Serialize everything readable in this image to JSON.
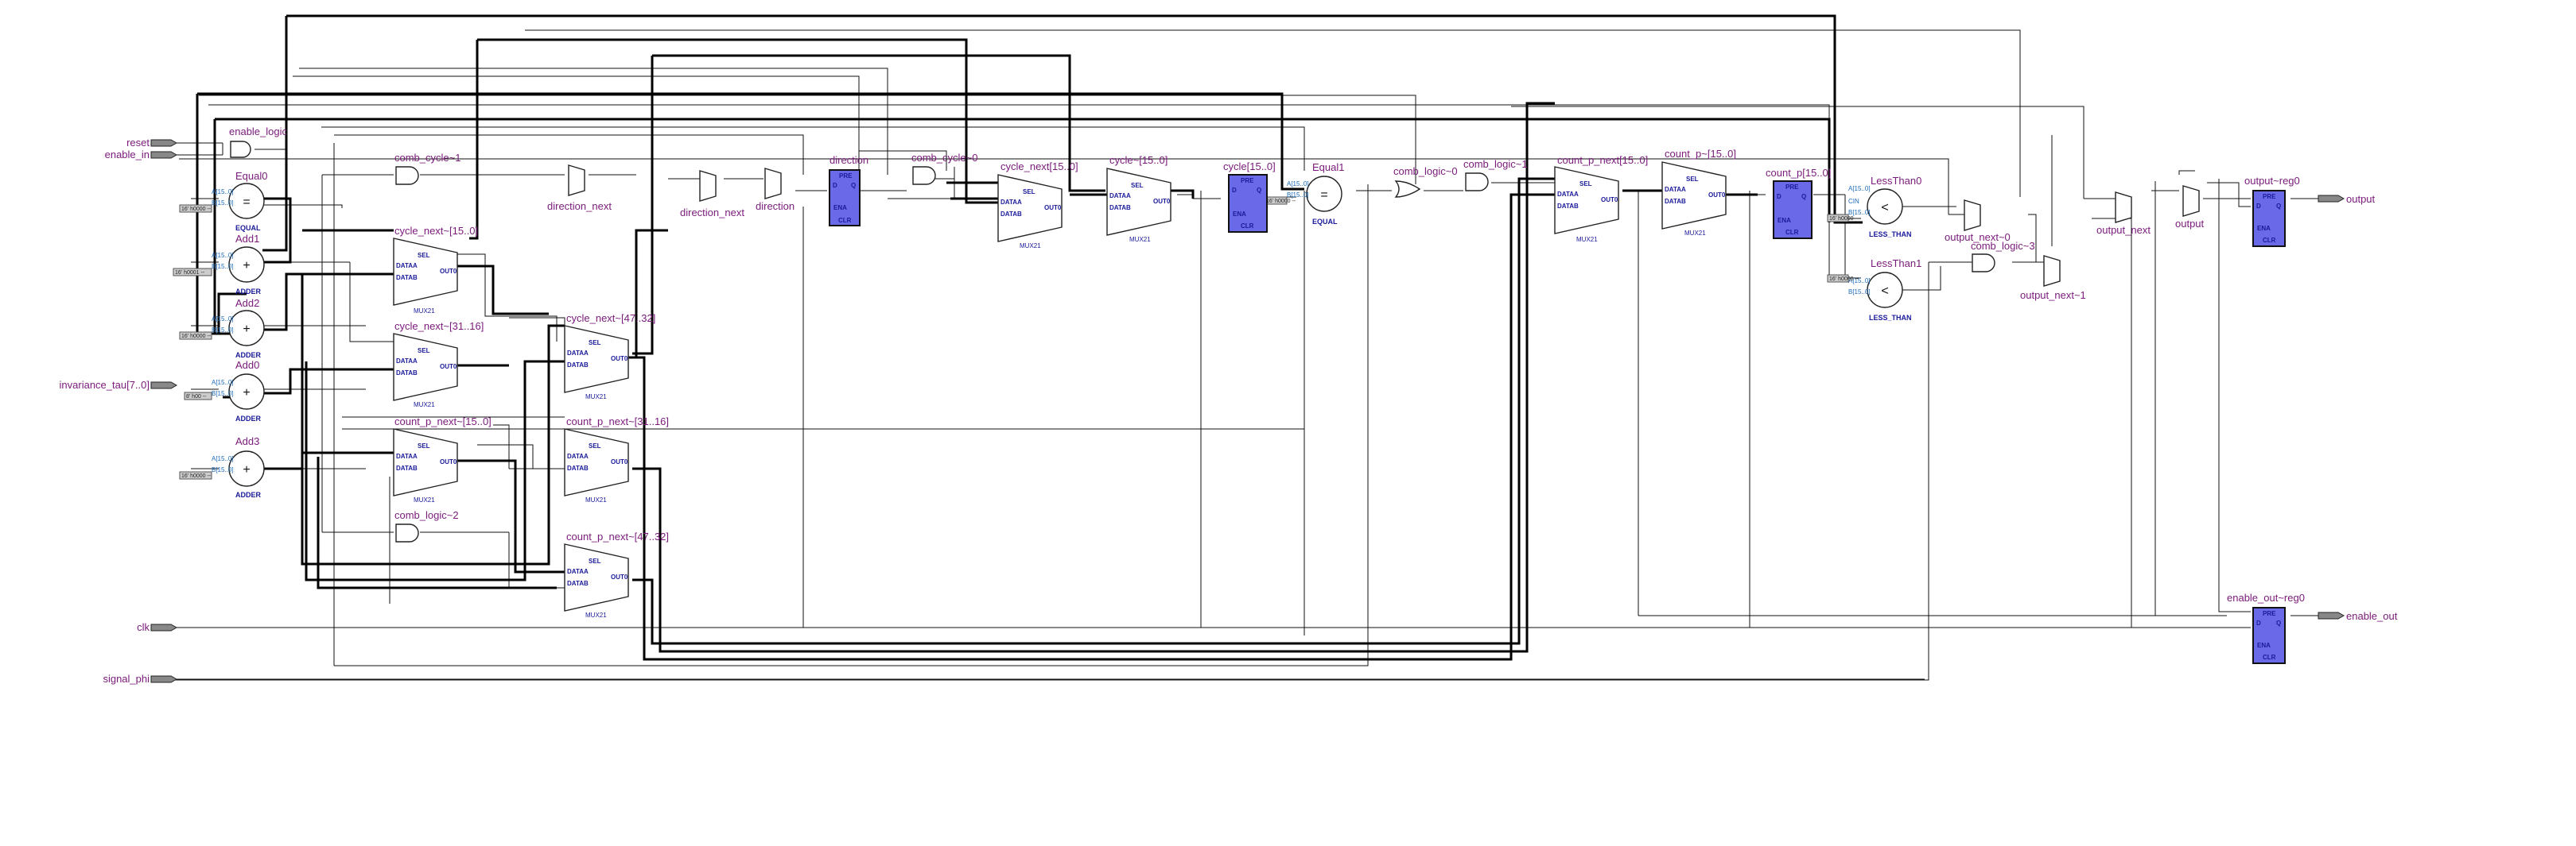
{
  "inputs": {
    "reset": "reset",
    "enable_in": "enable_in",
    "invariance_tau": "invariance_tau[7..0]",
    "clk": "clk",
    "signal_phi": "signal_phi"
  },
  "outputs": {
    "output": "output",
    "enable_out": "enable_out"
  },
  "gates": {
    "enable_logic": "enable_logic",
    "comb_cycle_1": "comb_cycle~1",
    "comb_logic_2": "comb_logic~2",
    "comb_cycle_0": "comb_cycle~0",
    "comb_logic_0": "comb_logic~0",
    "comb_logic_1": "comb_logic~1",
    "comb_logic_3": "comb_logic~3"
  },
  "arith": {
    "equal0": "Equal0",
    "add1": "Add1",
    "add2": "Add2",
    "add0": "Add0",
    "add3": "Add3",
    "equal1": "Equal1",
    "lessthan0": "LessThan0",
    "lessthan1": "LessThan1",
    "equal_type": "EQUAL",
    "adder_type": "ADDER",
    "less_than_type": "LESS_THAN",
    "eq_symbol": "=",
    "plus_symbol": "+",
    "lt_symbol": "<"
  },
  "muxes": {
    "cycle_next_15_0_a": "cycle_next~[15..0]",
    "cycle_next_31_16": "cycle_next~[31..16]",
    "cycle_next_47_32": "cycle_next~[47..32]",
    "count_p_next_15_0_a": "count_p_next~[15..0]",
    "count_p_next_31_16": "count_p_next~[31..16]",
    "count_p_next_47_32": "count_p_next~[47..32]",
    "cycle_next_15_0_b": "cycle_next[15..0]",
    "cycle_15_0_b": "cycle~[15..0]",
    "count_p_next_15_0_b": "count_p_next[15..0]",
    "count_p_15_0_b": "count_p~[15..0]",
    "direction_next_a": "direction_next",
    "direction_next_b": "direction_next",
    "direction_mux": "direction",
    "output_next": "output_next",
    "output_next_0": "output_next~0",
    "output_next_1": "output_next~1",
    "output_mux": "output",
    "mux_type": "MUX21",
    "sel": "SEL",
    "dataa": "DATAA",
    "datab": "DATAB",
    "out0": "OUT0"
  },
  "registers": {
    "direction": "direction",
    "cycle": "cycle[15..0]",
    "count_p": "count_p[15..0]",
    "output_reg0": "output~reg0",
    "enable_out_reg0": "enable_out~reg0",
    "pre": "PRE",
    "d": "D",
    "q": "Q",
    "ena": "ENA",
    "clr": "CLR"
  },
  "ports": {
    "a": "A[15..0]",
    "b": "B[15..0]",
    "cin": "CIN",
    "zero": "0"
  },
  "constants": {
    "c1": "16' h0000 --",
    "c2": "16' h0001 --",
    "c3": "16' h0000 --",
    "c4": "8' h00 --",
    "c5": "16' h0000 --",
    "c6": "16' h0000 --",
    "c7": "16' h0000 --",
    "c8": "16' h0000 --"
  }
}
